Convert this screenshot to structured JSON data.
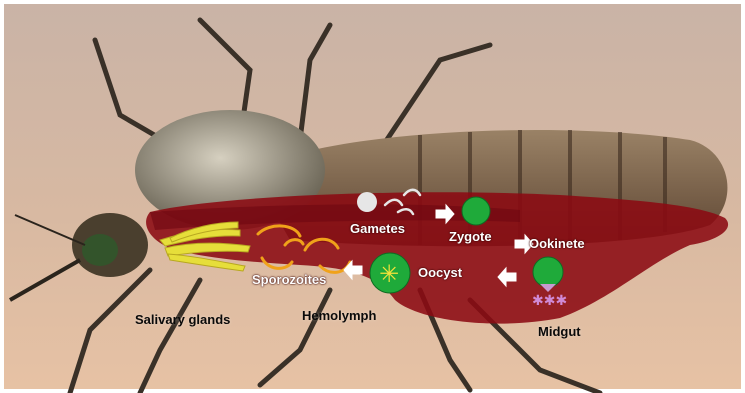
{
  "figure": {
    "labels": {
      "gametes": "Gametes",
      "zygote": "Zygote",
      "ookinete": "Ookinete",
      "oocyst": "Oocyst",
      "sporozoites": "Sporozoites",
      "salivary_glands": "Salivary glands",
      "hemolymph": "Hemolymph",
      "midgut": "Midgut"
    },
    "colors": {
      "midgut_fill": "#8b0a12",
      "parasite_green": "#1faa3a",
      "salivary_yellow": "#e6de3a",
      "sporozoite_orange": "#f0a21a",
      "gamete_white": "#e6e6e6",
      "asterisk_pink": "#d08ad6",
      "background_skin": "#d9b8a0"
    },
    "icons": {
      "arrows": "white-arrow-icon",
      "oocyst_burst": "asterisk-burst-icon"
    }
  }
}
